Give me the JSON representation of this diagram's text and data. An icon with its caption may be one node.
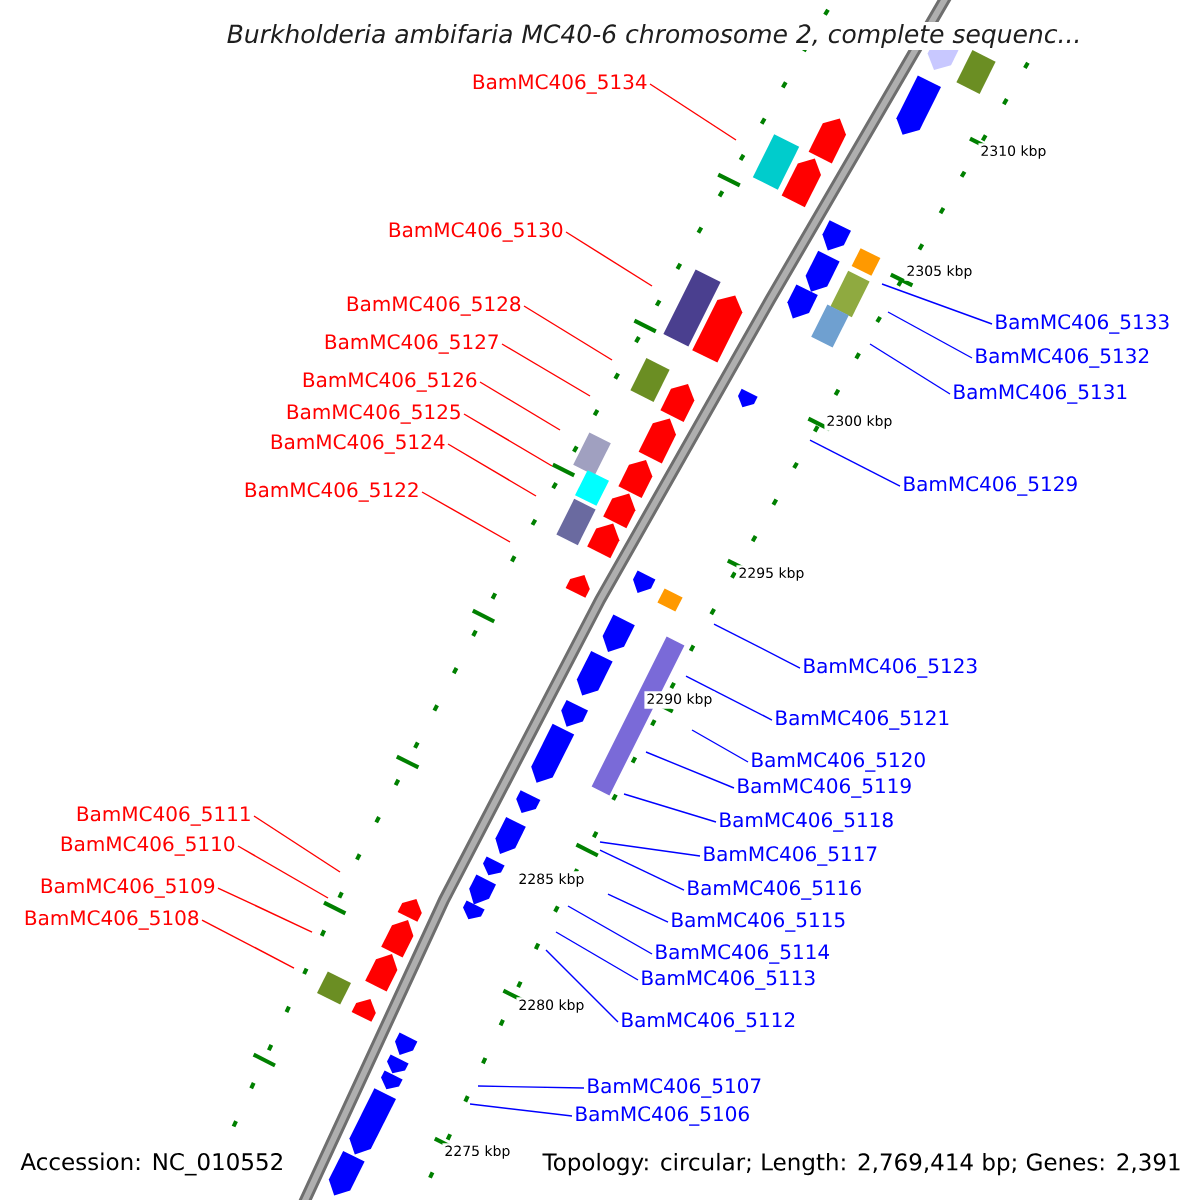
{
  "diagram": {
    "title": "Burkholderia ambifaria MC40-6 chromosome 2, complete sequenc...",
    "nodes": [
      {
        "text": [
          "BamMC406_5134"
        ]
      },
      {
        "text": [
          "BamMC406_5130"
        ]
      },
      {
        "text": [
          "BamMC406_5128"
        ]
      },
      {
        "text": [
          "BamMC406_5127"
        ]
      },
      {
        "text": [
          "BamMC406_5126"
        ]
      },
      {
        "text": [
          "BamMC406_5125"
        ]
      },
      {
        "text": [
          "BamMC406_5124"
        ]
      },
      {
        "text": [
          "BamMC406_5122"
        ]
      },
      {
        "text": [
          "BamMC406_5111"
        ]
      },
      {
        "text": [
          "BamMC406_5110"
        ]
      },
      {
        "text": [
          "BamMC406_5109"
        ]
      },
      {
        "text": [
          "BamMC406_5108"
        ]
      },
      {
        "text": [
          "BamMC406_5133"
        ]
      },
      {
        "text": [
          "BamMC406_5132"
        ]
      },
      {
        "text": [
          "BamMC406_5131"
        ]
      },
      {
        "text": [
          "BamMC406_5129"
        ]
      },
      {
        "text": [
          "BamMC406_5123"
        ]
      },
      {
        "text": [
          "BamMC406_5121"
        ]
      },
      {
        "text": [
          "BamMC406_5120"
        ]
      },
      {
        "text": [
          "BamMC406_5119"
        ]
      },
      {
        "text": [
          "BamMC406_5118"
        ]
      },
      {
        "text": [
          "BamMC406_5117"
        ]
      },
      {
        "text": [
          "BamMC406_5116"
        ]
      },
      {
        "text": [
          "BamMC406_5115"
        ]
      },
      {
        "text": [
          "BamMC406_5114"
        ]
      },
      {
        "text": [
          "BamMC406_5113"
        ]
      },
      {
        "text": [
          "BamMC406_5112"
        ]
      },
      {
        "text": [
          "BamMC406_5107"
        ]
      },
      {
        "text": [
          "BamMC406_5106"
        ]
      }
    ],
    "edges": [
      {
        "from": 0,
        "to": null,
        "arrow": "none",
        "color": "#ff0000"
      },
      {
        "from": 1,
        "to": null,
        "arrow": "none",
        "color": "#ff0000"
      },
      {
        "from": 2,
        "to": null,
        "arrow": "none",
        "color": "#ff0000"
      },
      {
        "from": 3,
        "to": null,
        "arrow": "none",
        "color": "#ff0000"
      },
      {
        "from": 4,
        "to": null,
        "arrow": "none",
        "color": "#ff0000"
      },
      {
        "from": 5,
        "to": null,
        "arrow": "none",
        "color": "#ff0000"
      },
      {
        "from": 6,
        "to": null,
        "arrow": "none",
        "color": "#ff0000"
      },
      {
        "from": 7,
        "to": null,
        "arrow": "none",
        "color": "#ff0000"
      },
      {
        "from": 8,
        "to": null,
        "arrow": "none",
        "color": "#ff0000"
      },
      {
        "from": 9,
        "to": null,
        "arrow": "none",
        "color": "#ff0000"
      },
      {
        "from": 10,
        "to": null,
        "arrow": "none",
        "color": "#ff0000"
      },
      {
        "from": 11,
        "to": null,
        "arrow": "none",
        "color": "#ff0000"
      },
      {
        "from": 12,
        "to": null,
        "arrow": "none"
      },
      {
        "from": 13,
        "to": null,
        "arrow": "none"
      },
      {
        "from": 14,
        "to": null,
        "arrow": "none"
      },
      {
        "from": 15,
        "to": null,
        "arrow": "none"
      },
      {
        "from": 16,
        "to": null,
        "arrow": "none"
      },
      {
        "from": 17,
        "to": null,
        "arrow": "none"
      },
      {
        "from": 18,
        "to": null,
        "arrow": "none"
      },
      {
        "from": 19,
        "to": null,
        "arrow": "none"
      },
      {
        "from": 20,
        "to": null,
        "arrow": "none"
      },
      {
        "from": 21,
        "to": null,
        "arrow": "none"
      },
      {
        "from": 22,
        "to": null,
        "arrow": "none"
      },
      {
        "from": 23,
        "to": null,
        "arrow": "none"
      },
      {
        "from": 24,
        "to": null,
        "arrow": "none"
      },
      {
        "from": 25,
        "to": null,
        "arrow": "none"
      },
      {
        "from": 26,
        "to": null,
        "arrow": "none"
      },
      {
        "from": 27,
        "to": null,
        "arrow": "none"
      },
      {
        "from": 28,
        "to": null,
        "arrow": "none"
      }
    ],
    "labels": [
      "2310 kbp",
      "2305 kbp",
      "2300 kbp",
      "2295 kbp",
      "2290 kbp",
      "2285 kbp",
      "2280 kbp",
      "2275 kbp",
      "Accession: NC_010552",
      "Topology: circular; Length: 2,769,414 bp; Genes: 2,391"
    ]
  }
}
